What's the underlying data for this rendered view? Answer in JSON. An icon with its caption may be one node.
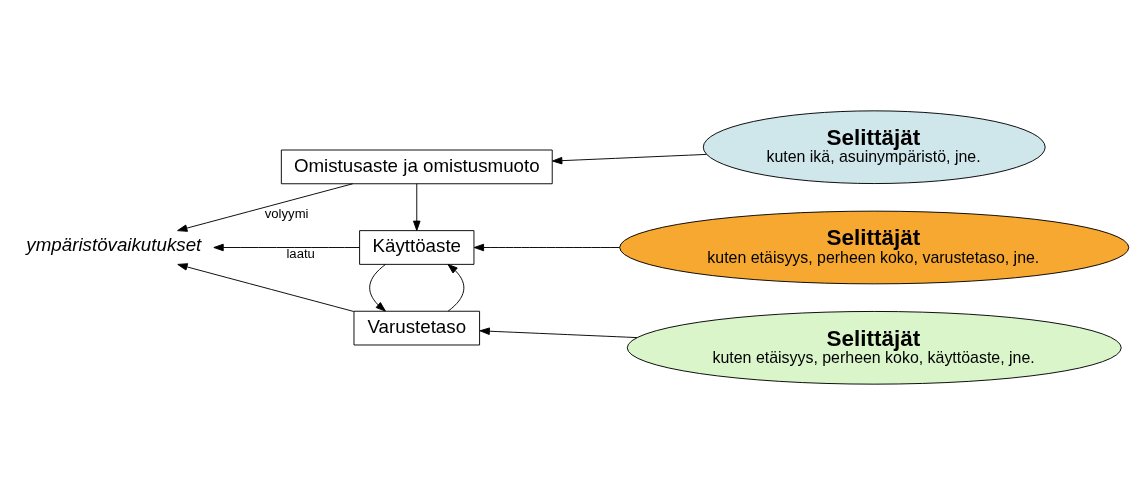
{
  "diagram": {
    "nodes": [
      {
        "text": [
          "Omistusaste ja omistusmuoto"
        ]
      },
      {
        "text": [
          "Käyttöaste"
        ]
      },
      {
        "text": [
          "Varustetaso"
        ]
      },
      {
        "text": [
          "Selittäjät",
          "kuten ikä, asuinympäristö, jne."
        ]
      },
      {
        "text": [
          "Selittäjät",
          "kuten etäisyys, perheen koko, varustetaso, jne."
        ]
      },
      {
        "text": [
          "Selittäjät",
          "kuten etäisyys, perheen koko, käyttöaste, jne."
        ]
      },
      {
        "text": [
          "ympäristövaikutukset"
        ]
      }
    ],
    "edges": [
      {
        "from": 3,
        "to": 0,
        "arrow": "to"
      },
      {
        "from": 0,
        "to": 1,
        "arrow": "to"
      },
      {
        "from": 4,
        "to": 1,
        "arrow": "to"
      },
      {
        "from": 1,
        "to": 2,
        "arrow": "to"
      },
      {
        "from": 2,
        "to": 1,
        "arrow": "to"
      },
      {
        "from": 5,
        "to": 2,
        "arrow": "to"
      },
      {
        "from": 0,
        "to": 6,
        "arrow": "to",
        "label": "volyymi"
      },
      {
        "from": 1,
        "to": 6,
        "arrow": "to",
        "label": "laatu"
      },
      {
        "from": 2,
        "to": 6,
        "arrow": "to"
      }
    ]
  }
}
